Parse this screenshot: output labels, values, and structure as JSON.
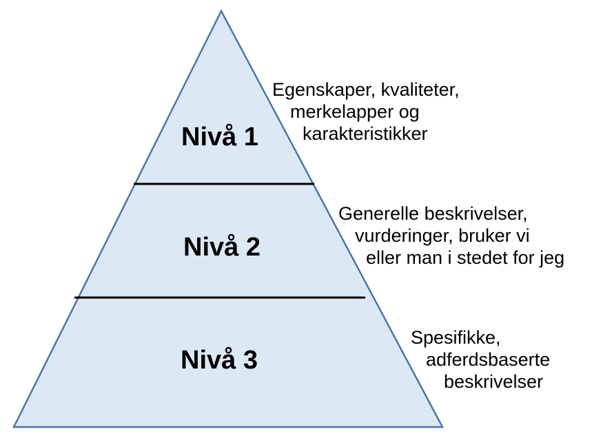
{
  "colors": {
    "fill": "#dce8f4",
    "outline": "#4a76a8",
    "divider": "#000000",
    "text": "#000000"
  },
  "levels": [
    {
      "label": "Nivå 1",
      "description": [
        "Egenskaper, kvaliteter,",
        "merkelapper og",
        "karakteristikker"
      ]
    },
    {
      "label": "Nivå 2",
      "description": [
        "Generelle beskrivelser,",
        "vurderinger, bruker vi",
        "eller man i stedet for jeg"
      ]
    },
    {
      "label": "Nivå 3",
      "description": [
        "Spesifikke,",
        "adferdsbaserte",
        "beskrivelser"
      ]
    }
  ]
}
